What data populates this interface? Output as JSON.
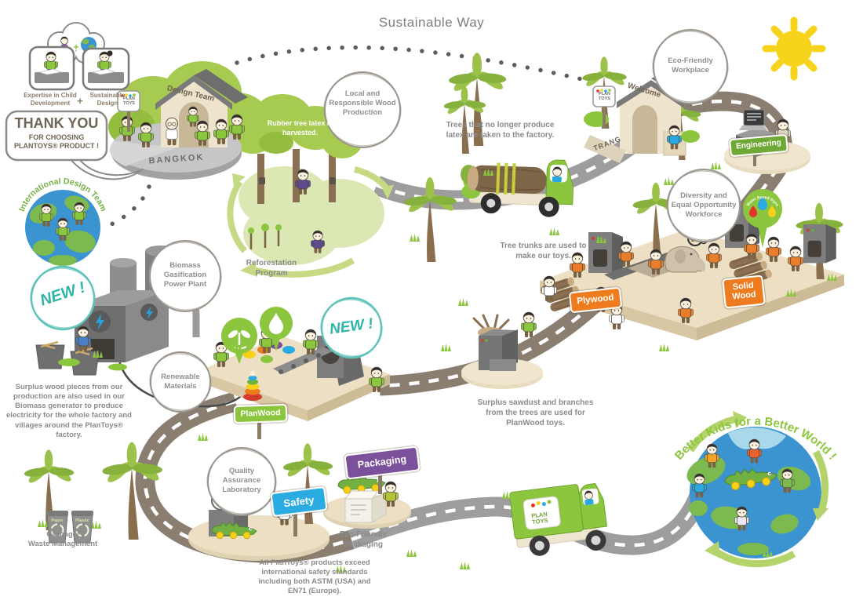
{
  "title": "Sustainable Way",
  "intro": {
    "left": "Expertise in Child\nDevelopment",
    "plus": "+",
    "right": "Sustainable\nDesign"
  },
  "thank_you": {
    "line1": "THANK YOU",
    "line2": "FOR CHOOSING",
    "line3": "PLANTOYS® PRODUCT !"
  },
  "design": {
    "building": "Design Team",
    "city": "BANGKOK"
  },
  "international_team": "International Design Team",
  "bubbles": {
    "local": "Local and\nResponsible Wood\nProduction",
    "eco_workplace": "Eco-Friendly\nWorkplace",
    "diversity": "Diversity and\nEqual Opportunity\nWorkforce",
    "biomass": "Biomass\nGasification\nPower Plant",
    "renewable": "Renewable\nMaterials",
    "quality": "Quality\nAssurance\nLaboratory"
  },
  "new_badge": "NEW !",
  "notes": {
    "rubber": "Rubber tree latex is\nharvested.",
    "reforestation": "Reforestation\nProgram",
    "trees_taken": "Trees that no longer produce\nlatex are taken to the factory.",
    "tree_trunks": "Tree trunks are used to\nmake our toys.",
    "sawdust": "Surplus sawdust and branches\nfrom the trees are used for\nPlanWood toys.",
    "surplus_wood": "Surplus wood pieces from our\nproduction are also used in our\nBiomass generator to produce\nelectricity for the whole factory and\nvillages around the PlanToys® factory.",
    "safety_standards": "All PlanToys® products exceed\ninternational safety standards\nincluding both ASTM (USA) and\nEN71 (Europe).",
    "garbage": "Garbage/\nWaste Management",
    "eco_packaging": "Eco-Friendly\nPackaging"
  },
  "signs": {
    "planwood": "PlanWood",
    "plywood": "Plywood",
    "solid_wood": "Solid\nWood",
    "safety": "Safety",
    "packaging": "Packaging",
    "engineering": "Engineering",
    "welcome": "Welcome",
    "trang": "TRANG",
    "water_based_dyes": "Water Based Dyes"
  },
  "brand": {
    "name": "PLAN\nTOYS"
  },
  "bins": {
    "left": "Paper",
    "right": "Plastic"
  },
  "slogan": "Better Kids for a Better World !",
  "colors": {
    "green": "#8cc63e",
    "teal": "#2eb3a9",
    "orange": "#ee7c1f",
    "purple": "#7b519c",
    "blue": "#2aabe2",
    "road_gray": "#9d9d9d",
    "road_taupe": "#8a7e71",
    "sun": "#f6d41c",
    "text_gray": "#8b8b8b"
  }
}
